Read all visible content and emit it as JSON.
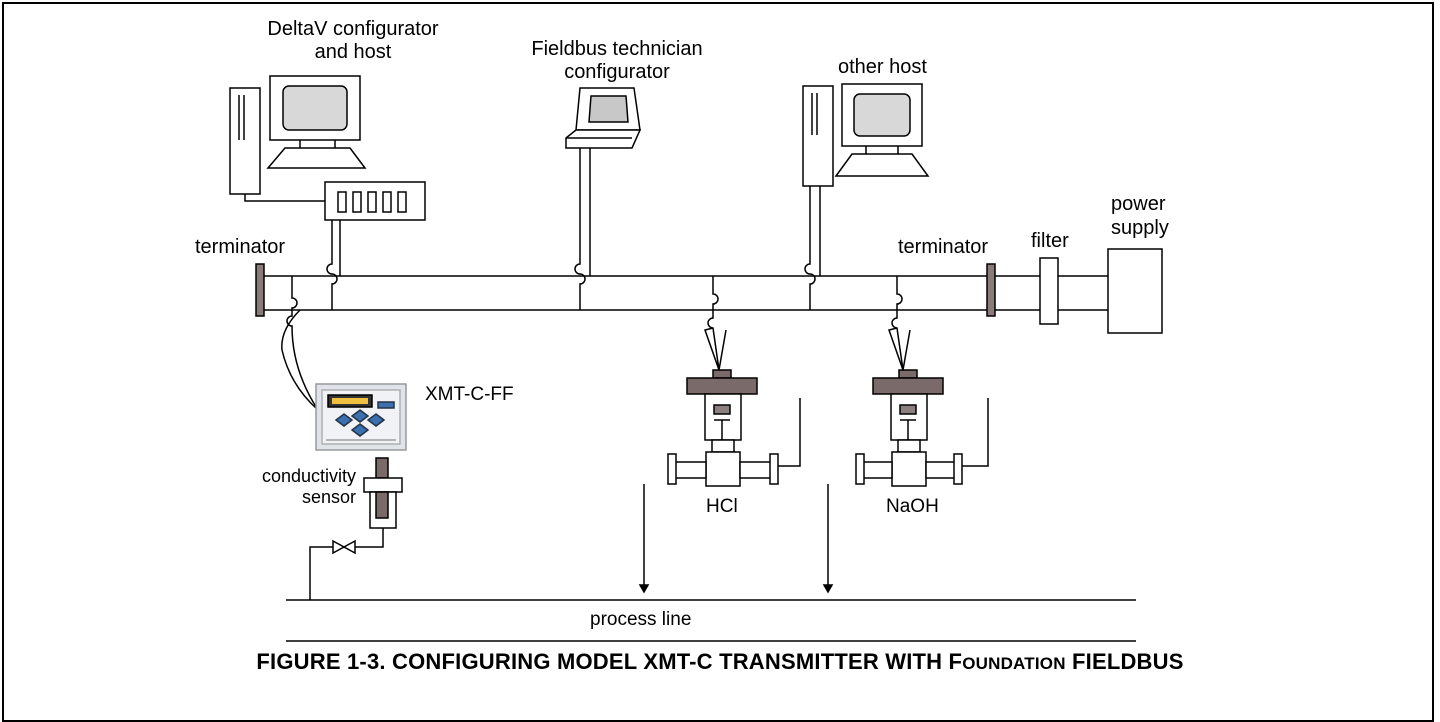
{
  "labels": {
    "deltav_host": "DeltaV configurator\nand host",
    "technician": "Fieldbus technician\nconfigurator",
    "other_host": "other host",
    "terminator_left": "terminator",
    "terminator_right": "terminator",
    "filter": "filter",
    "power_supply": "power\nsupply",
    "transmitter": "XMT-C-FF",
    "sensor": "conductivity\nsensor",
    "valve_hcl": "HCl",
    "valve_naoh": "NaOH",
    "process_line": "process line"
  },
  "caption": {
    "main": "FIGURE 1-3. CONFIGURING MODEL XMT-C TRANSMITTER WITH F",
    "sc1": "OUNDATION",
    "tail": " FIELDBUS"
  }
}
